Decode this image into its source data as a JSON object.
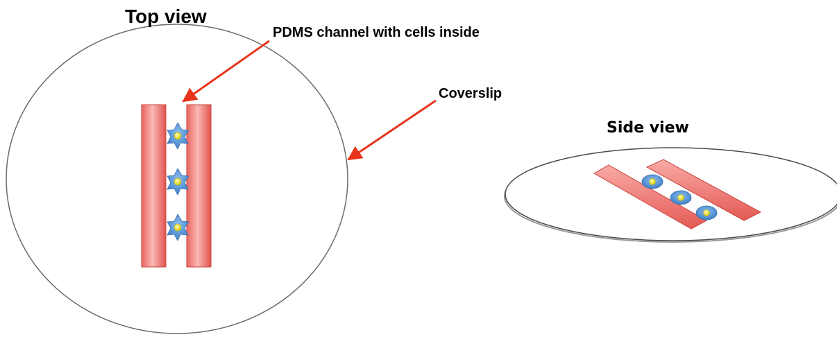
{
  "labels": {
    "top_view": "Top view",
    "channel": "PDMS channel with cells inside",
    "coverslip": "Coverslip",
    "side_view": "Side view"
  },
  "colors": {
    "channel_fill": "#f2706c",
    "channel_light": "#f8b5b0",
    "cell": "#5b9bd5",
    "nucleus": "#f2ea2a",
    "arrow": "#e8341c",
    "outline": "#666666"
  }
}
